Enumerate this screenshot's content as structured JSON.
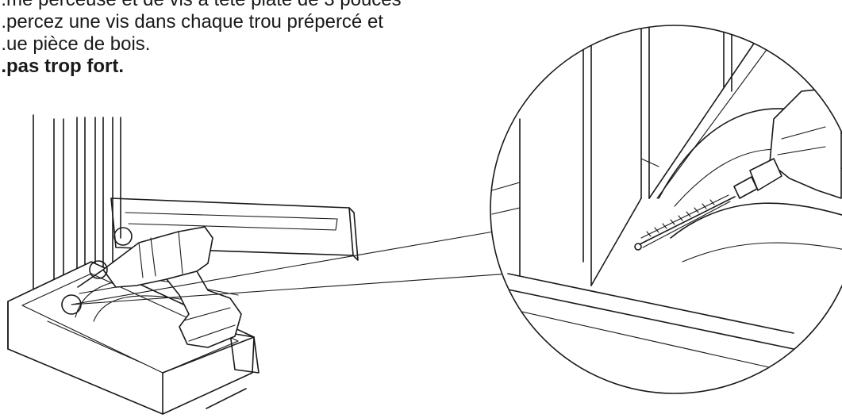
{
  "instructions": {
    "line1": "...me perceuse et de vis à tête plate de 3 pouces",
    "line2": "...percez une vis dans chaque trou prépercé et",
    "line3": "...ue pièce de bois.",
    "warning": "...pas trop fort."
  },
  "illustration": {
    "callout_circles_count": 3,
    "detail_view": "zoomed-screw-insertion"
  },
  "colors": {
    "ink": "#1a1a1a",
    "paper": "#ffffff"
  }
}
